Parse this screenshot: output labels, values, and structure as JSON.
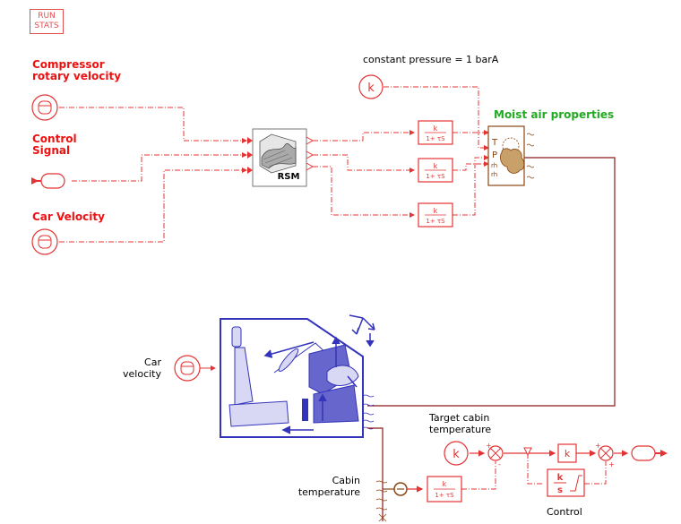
{
  "toolbar": {
    "run_stats": [
      "RUN",
      "STATS"
    ]
  },
  "labels": {
    "constant_pressure": "constant pressure = 1 barA",
    "compressor": [
      "Compressor",
      "rotary velocity"
    ],
    "control_signal": [
      "Control",
      "Signal"
    ],
    "car_velocity_top": "Car Velocity",
    "moist_air": "Moist air properties",
    "car_velocity_cabin": [
      "Car",
      "velocity"
    ],
    "target_cabin": [
      "Target cabin",
      "temperature"
    ],
    "cabin_temperature": [
      "Cabin",
      "temperature"
    ],
    "control": "Control"
  },
  "blocks": {
    "rsm": "RSM",
    "gain": "k",
    "filter_num": "k",
    "filter_den": "1+ τS",
    "integrator_num": "k",
    "integrator_den": "s",
    "thermo_ports": [
      "T",
      "P",
      "rh",
      "rh"
    ]
  },
  "colors": {
    "signal": "#e53333",
    "cabin": "#3333bb",
    "sensor": "#8b4513",
    "wire": "#8b1a1a",
    "title_red": "#ee1111",
    "title_green": "#22aa22"
  }
}
